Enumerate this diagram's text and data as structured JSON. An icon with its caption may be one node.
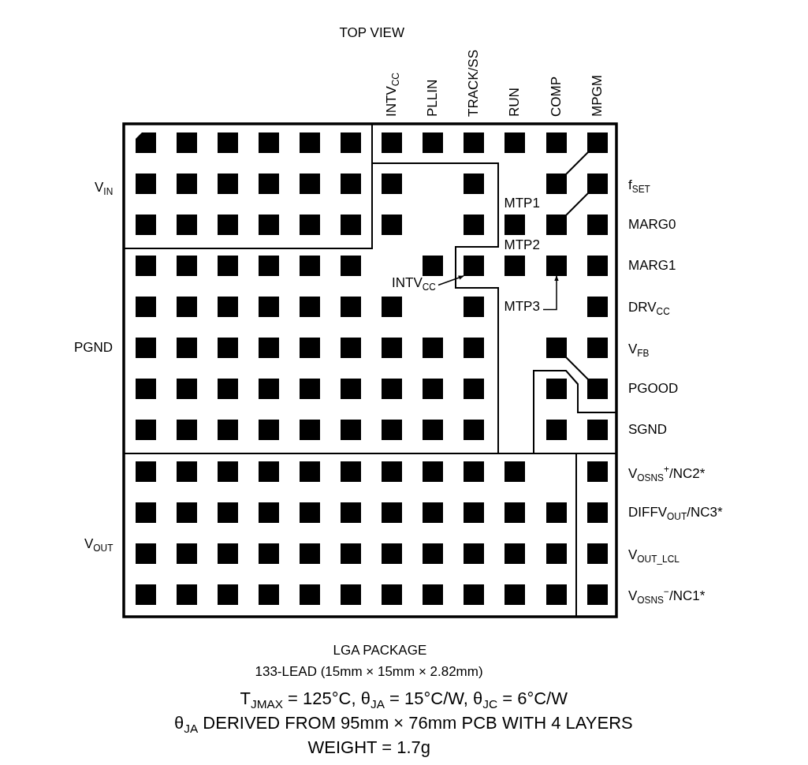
{
  "diagram": {
    "title": "TOP VIEW",
    "nodes": [
      {
        "text": [],
        "shape": "box"
      },
      {
        "text": [],
        "shape": "box"
      },
      {
        "text": [
          "INTV$_{CC}$"
        ]
      },
      {
        "text": [
          "MTP3"
        ]
      }
    ],
    "edges": [
      {
        "from": 2,
        "to": 0,
        "arrow": "to"
      },
      {
        "from": 3,
        "to": 1,
        "arrow": "to"
      }
    ],
    "labels": [
      "INTV$_{CC}$",
      "PLLIN",
      "TRACK/SS",
      "RUN",
      "COMP",
      "MPGM",
      "f$_{SET}$",
      "V$_{IN}$",
      "MTP1",
      "MARG0",
      "MTP2",
      "MARG1",
      "DRV$_{CC}$",
      "PGND",
      "V$_{FB}$",
      "PGOOD",
      "SGND",
      "V$_{OSNS}$$^{+}$/NC2*",
      "DIFFV$_{OUT}$/NC3*",
      "V$_{OUT}$",
      "V$_{OUT_LCL}$",
      "V$_{OSNS}$$^{−}$/NC1*",
      "LGA PACKAGE",
      "133-LEAD (15mm × 15mm × 2.82mm)",
      "T$_{JMAX}$ = 125°C, θ$_{JA}$ = 15°C/W, θ$_{JC}$ = 6°C/W",
      "θ$_{JA}$ DERIVED FROM 95mm × 76mm PCB WITH 4 LAYERS",
      "WEIGHT = 1.7g"
    ]
  }
}
